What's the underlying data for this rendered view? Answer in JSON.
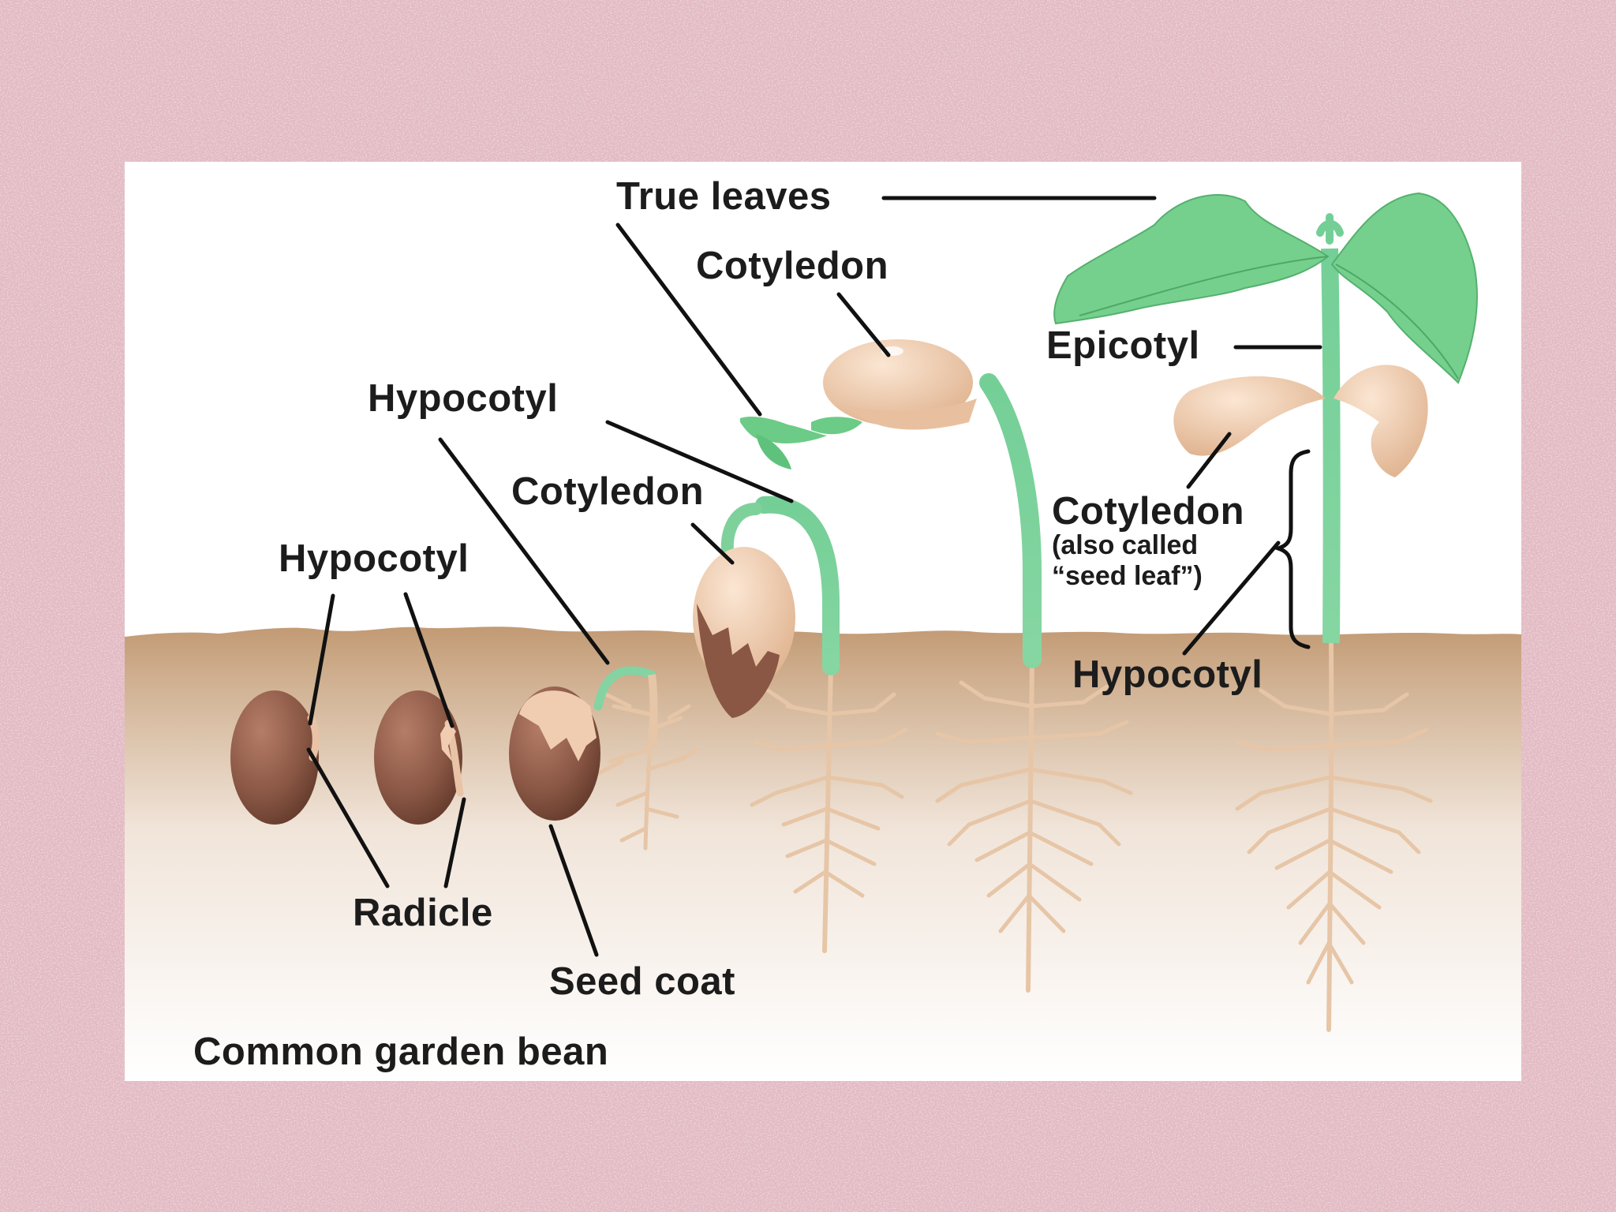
{
  "figure": {
    "caption": "Common garden bean",
    "labels": {
      "true_leaves": "True leaves",
      "cotyledon_top": "Cotyledon",
      "epicotyl": "Epicotyl",
      "hypocotyl_upper": "Hypocotyl",
      "cotyledon_mid": "Cotyledon",
      "hypocotyl_left": "Hypocotyl",
      "cotyledon_right": "Cotyledon",
      "cotyledon_note_line1": "(also called",
      "cotyledon_note_line2": "“seed leaf”)",
      "hypocotyl_right": "Hypocotyl",
      "radicle": "Radicle",
      "seed_coat": "Seed coat"
    }
  },
  "colors": {
    "slide_background": "#e2b9c2",
    "panel": "#ffffff",
    "soil": "#c6a07c",
    "seed": "#8d5a48",
    "cotyledon": "#f0cdb0",
    "stem": "#7fd3a0",
    "leaf": "#74cf8c",
    "root": "#e3c2a3"
  }
}
